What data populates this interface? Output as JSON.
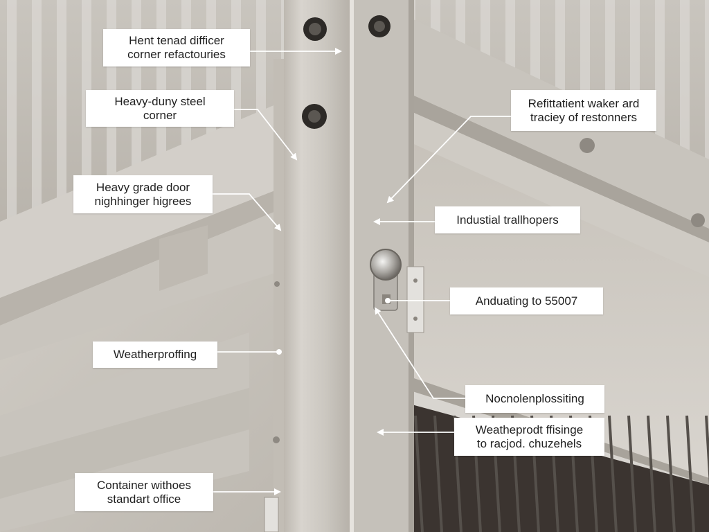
{
  "callouts": [
    {
      "id": "hinge-corner",
      "lines": [
        "Hent tenad difficer",
        "corner refactouries"
      ]
    },
    {
      "id": "steel-corner",
      "lines": [
        "Heavy-duny steel",
        "corner"
      ]
    },
    {
      "id": "door-hinges",
      "lines": [
        "Heavy grade door",
        "nighhinger higrees"
      ]
    },
    {
      "id": "weatherproofing",
      "lines": [
        "Weatherproffing"
      ]
    },
    {
      "id": "container-office",
      "lines": [
        "Container withoes",
        "standart office"
      ]
    },
    {
      "id": "fasteners",
      "lines": [
        "Refittatient waker ard",
        "traciey of restonners"
      ]
    },
    {
      "id": "industrial",
      "lines": [
        "Industial trallhopers"
      ]
    },
    {
      "id": "rating",
      "lines": [
        "Anduating to 55007"
      ]
    },
    {
      "id": "non-corrosive",
      "lines": [
        "Nocnolenplossiting"
      ]
    },
    {
      "id": "finish",
      "lines": [
        "Weatheprodt ffisinge",
        "to racjod. chuzehels"
      ]
    }
  ],
  "colors": {
    "panel": "#d9d6d0",
    "panel_shadow": "#b3aea6",
    "post": "#cfcbc4",
    "post_highlight": "#e4e1dc",
    "dark_interior": "#3b3430",
    "arrow": "#ffffff"
  }
}
